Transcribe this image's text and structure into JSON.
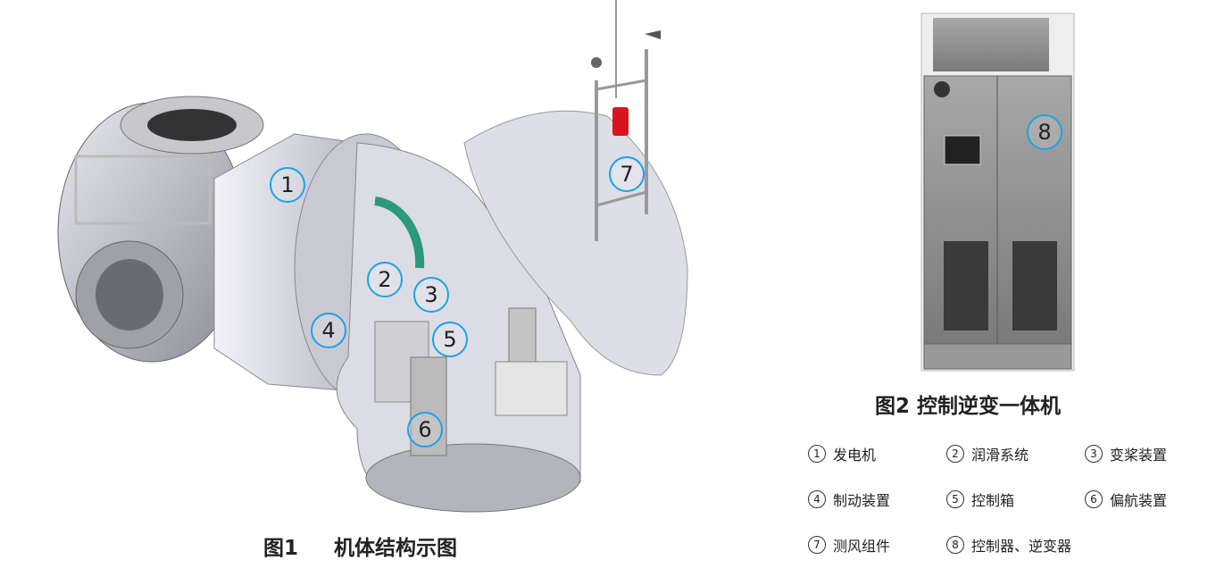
{
  "figure1": {
    "caption_label": "图1",
    "caption_title": "机体结构示图",
    "callouts": [
      "1",
      "2",
      "3",
      "4",
      "5",
      "6",
      "7"
    ]
  },
  "figure2": {
    "caption": "图2 控制逆变一体机",
    "callout": "8"
  },
  "legend": [
    {
      "num": "1",
      "label": "发电机"
    },
    {
      "num": "2",
      "label": "润滑系统"
    },
    {
      "num": "3",
      "label": "变桨装置"
    },
    {
      "num": "4",
      "label": "制动装置"
    },
    {
      "num": "5",
      "label": "控制箱"
    },
    {
      "num": "6",
      "label": "偏航装置"
    },
    {
      "num": "7",
      "label": "测风组件"
    },
    {
      "num": "8",
      "label": "控制器、逆变器"
    }
  ],
  "colors": {
    "callout": "#1aa3e8",
    "beacon": "#d8141e"
  }
}
